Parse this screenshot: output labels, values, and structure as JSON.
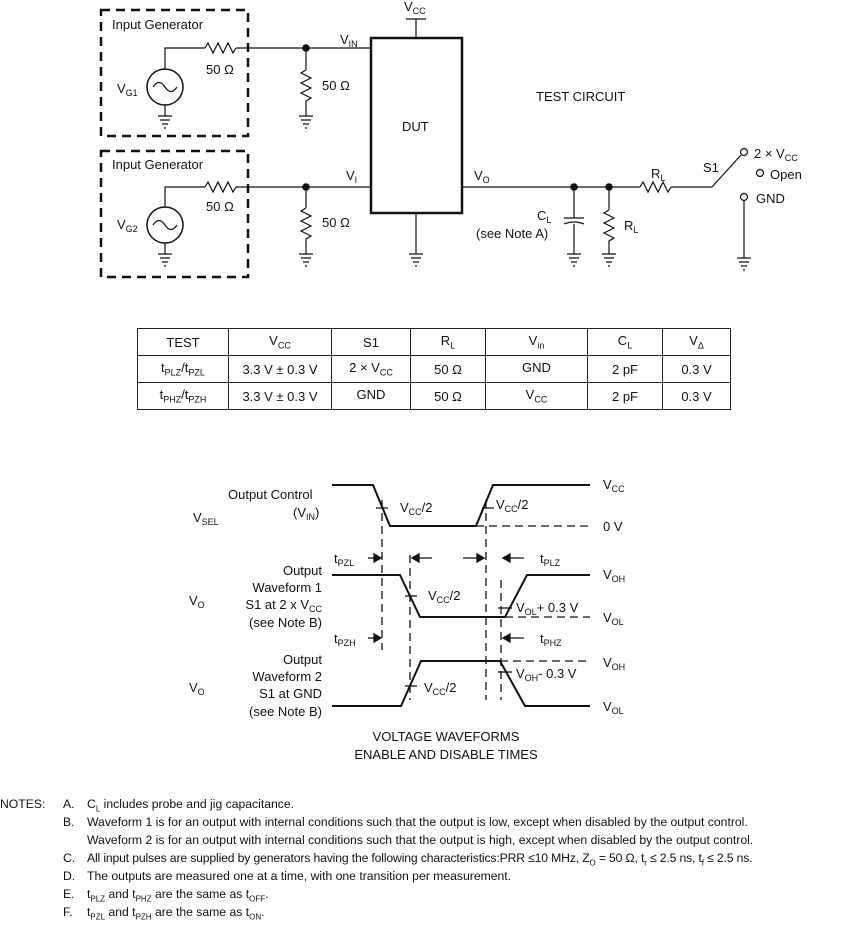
{
  "circuit": {
    "title": "TEST CIRCUIT",
    "gen1_label": "Input Generator",
    "gen2_label": "Input Generator",
    "vg1": "G1",
    "vg2": "G2",
    "r_series1": "50 Ω",
    "r_shunt1": "50 Ω",
    "r_series2": "50 Ω",
    "r_shunt2": "50 Ω",
    "vcc": "CC",
    "vin": "IN",
    "vi": "I",
    "vo": "O",
    "dut": "DUT",
    "cl": "L",
    "cl_note": "(see Note A)",
    "rl_series": "L",
    "rl_shunt": "L",
    "s1": "S1",
    "sw_2vcc": "2 × V",
    "sw_2vcc_sub": "CC",
    "sw_open": "Open",
    "sw_gnd": "GND"
  },
  "table": {
    "headers": [
      {
        "main": "TEST",
        "sub": ""
      },
      {
        "main": "V",
        "sub": "CC"
      },
      {
        "main": "S1",
        "sub": ""
      },
      {
        "main": "R",
        "sub": "L"
      },
      {
        "main": "V",
        "sub": "in"
      },
      {
        "main": "C",
        "sub": "L"
      },
      {
        "main": "V",
        "sub": "Δ"
      }
    ],
    "rows": [
      {
        "test": [
          "PLZ",
          "PZL"
        ],
        "vcc": "3.3 V ± 0.3 V",
        "s1_main": "2 × V",
        "s1_sub": "CC",
        "rl": "50 Ω",
        "vin_main": "GND",
        "vin_sub": "",
        "cl": "2 pF",
        "vdelta": "0.3 V"
      },
      {
        "test": [
          "PHZ",
          "PZH"
        ],
        "vcc": "3.3 V ± 0.3 V",
        "s1_main": "GND",
        "s1_sub": "",
        "rl": "50 Ω",
        "vin_main": "V",
        "vin_sub": "CC",
        "cl": "2 pF",
        "vdelta": "0.3 V"
      }
    ]
  },
  "waveforms": {
    "title_line1": "VOLTAGE WAVEFORMS",
    "title_line2": "ENABLE AND DISABLE TIMES",
    "vsel": "SEL",
    "output_control": "Output Control",
    "vin_paren": "IN",
    "vo1": "O",
    "vo2": "O",
    "wf1_lines": [
      "Output",
      "Waveform 1",
      "S1 at 2 x V",
      "(see Note B)"
    ],
    "wf1_sub": "CC",
    "wf2_lines": [
      "Output",
      "Waveform 2",
      "S1 at GND",
      "(see Note B)"
    ],
    "vcc_half": "/2",
    "vcc_half_sub": "CC",
    "level_vcc": "CC",
    "level_0v": "0 V",
    "level_voh": "OH",
    "level_vol": "OL",
    "vol_plus": "+ 0.3 V",
    "voh_minus": "- 0.3 V",
    "t_pzl": "PZL",
    "t_plz": "PLZ",
    "t_pzh": "PZH",
    "t_phz": "PHZ"
  },
  "notes": {
    "heading": "NOTES:",
    "a_letter": "A.",
    "a_pre": "C",
    "a_sub": "L",
    "a_post": " includes probe and jig capacitance.",
    "b_letter": "B.",
    "b_line1": "Waveform 1 is for an output with internal conditions such that the output is low, except when disabled by the output control.",
    "b_line2": "Waveform 2 is for an output with internal conditions such that the output is high, except when disabled by the output control.",
    "c_letter": "C.",
    "c_text": "All input pulses are supplied by generators having the following characteristics:PRR ≤10 MHz, Z",
    "c_z_sub": "O",
    "c_text2": " = 50 Ω, t",
    "c_tr_sub": "r",
    "c_text3": " ≤ 2.5 ns, t",
    "c_tf_sub": "f",
    "c_text4": " ≤ 2.5 ns.",
    "d_letter": "D.",
    "d_text": "The outputs are measured one at a time, with one transition per measurement.",
    "e_letter": "E.",
    "e_t1": "PLZ",
    "e_mid": " and t",
    "e_t2": "PHZ",
    "e_post": " are the same as t",
    "e_t3": "OFF",
    "f_letter": "F.",
    "f_t1": "PZL",
    "f_mid": " and t",
    "f_t2": "PZH",
    "f_post": " are the same as t",
    "f_t3": "ON"
  }
}
